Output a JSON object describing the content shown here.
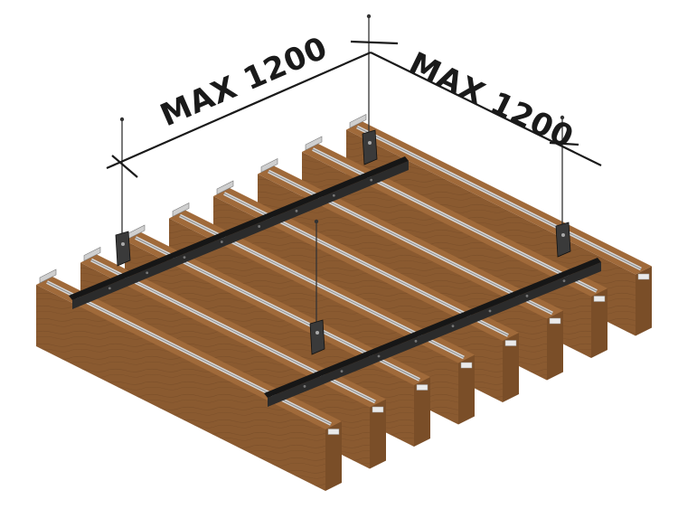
{
  "dimension_labels": {
    "left": "MAX 1200",
    "right": "MAX 1200"
  },
  "colors": {
    "wood_top": "#a06a3a",
    "wood_side": "#8a5a30",
    "wood_front": "#7a4e28",
    "wood_grain": "#5e3a1c",
    "metal_rail": "#2b2b2b",
    "metal_rail_dark": "#161616",
    "slot_silver": "#d8d8d8",
    "wire": "#333333"
  },
  "diagram": {
    "baffle_count": 8,
    "carrier_count": 2,
    "hanger_count": 4
  }
}
